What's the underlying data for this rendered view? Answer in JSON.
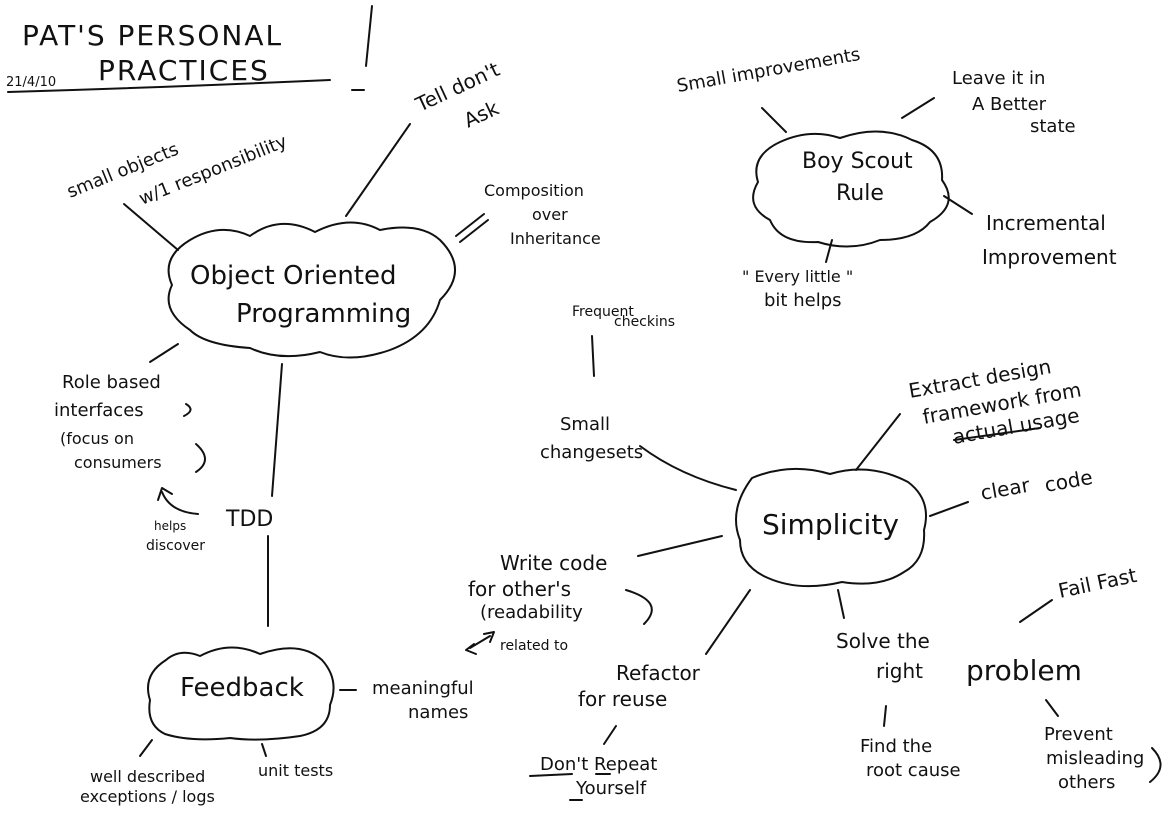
{
  "title": {
    "line1": "PAT'S PERSONAL",
    "line2": "PRACTICES",
    "date": "21/4/10"
  },
  "nodes": {
    "oop": {
      "line1": "Object Oriented",
      "line2": "Programming"
    },
    "boy_scout": {
      "line1": "Boy Scout",
      "line2": "Rule"
    },
    "simplicity": {
      "label": "Simplicity"
    },
    "feedback": {
      "label": "Feedback"
    },
    "tdd": {
      "label": "TDD"
    }
  },
  "labels": {
    "small_objects": {
      "line1": "small objects",
      "line2": "w/1 responsibility"
    },
    "tell_dont_ask": {
      "line1": "Tell don't",
      "line2": "Ask"
    },
    "composition": {
      "line1": "Composition",
      "line2": "over",
      "line3": "Inheritance"
    },
    "role_based": {
      "line1": "Role based",
      "line2": "interfaces",
      "line3": "(focus on",
      "line4": "consumers"
    },
    "helps_discover": {
      "line1": "helps",
      "line2": "discover"
    },
    "small_improvements": "Small improvements",
    "leave_it": {
      "line1": "Leave it in",
      "line2": "A Better",
      "line3": "state"
    },
    "incremental": {
      "line1": "Incremental",
      "line2": "Improvement"
    },
    "every_little": {
      "line1": "\" Every little \"",
      "line2": "bit helps"
    },
    "frequent_checkins": {
      "line1": "Frequent",
      "line2": "checkins"
    },
    "small_changesets": {
      "line1": "Small",
      "line2": "changesets"
    },
    "extract_design": {
      "line1": "Extract design",
      "line2": "framework from",
      "line3": "actual usage"
    },
    "clear_code": {
      "line1": "clear",
      "line2": "code"
    },
    "write_code": {
      "line1": "Write code",
      "line2": "for other's",
      "line3": "(readability"
    },
    "related_to": "related to",
    "meaningful_names": {
      "line1": "meaningful",
      "line2": "names"
    },
    "refactor": {
      "line1": "Refactor",
      "line2": "for reuse"
    },
    "dry": {
      "line1": "Don't Repeat",
      "line2": "Yourself"
    },
    "solve_problem": {
      "line1": "Solve the",
      "line2": "right",
      "line3": "problem"
    },
    "fail_fast": "Fail Fast",
    "find_root": {
      "line1": "Find the",
      "line2": "root cause"
    },
    "prevent": {
      "line1": "Prevent",
      "line2": "misleading",
      "line3": "others"
    },
    "well_described": {
      "line1": "well described",
      "line2": "exceptions / logs"
    },
    "unit_tests": "unit tests"
  }
}
